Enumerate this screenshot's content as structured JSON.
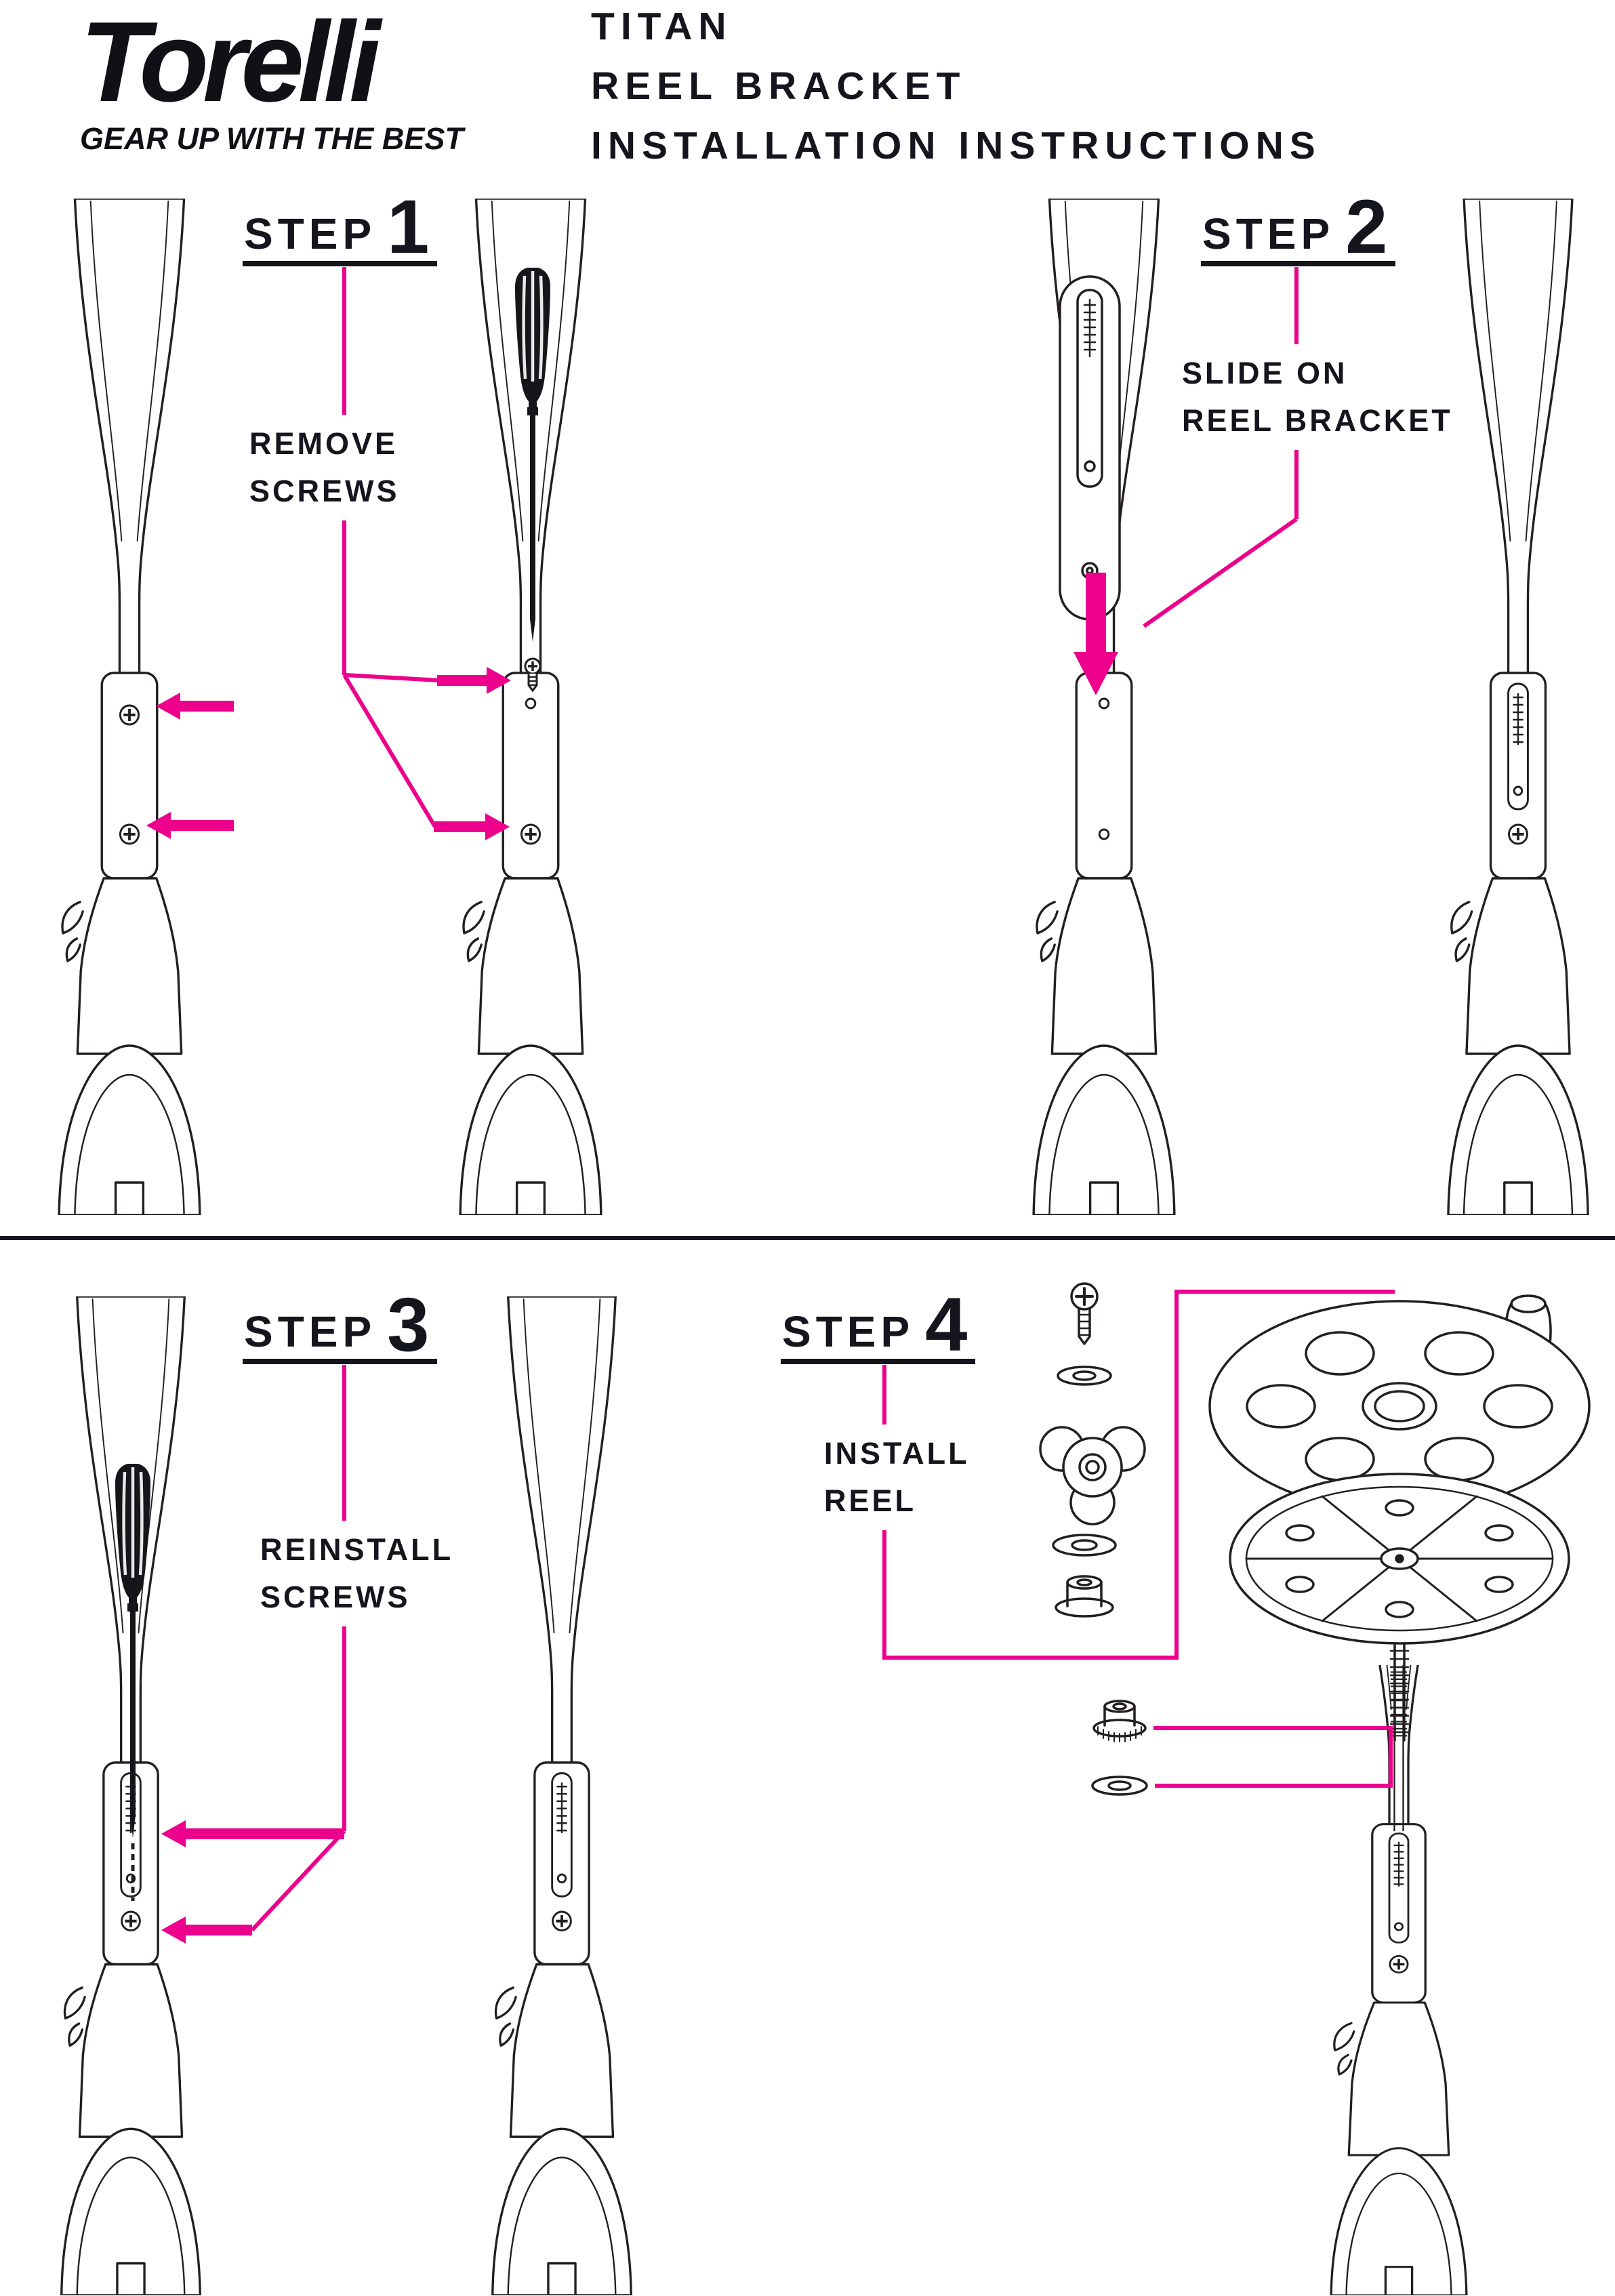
{
  "page": {
    "background": "#ffffff",
    "accent_color": "#EC008C",
    "ink_color": "#231F20"
  },
  "logo": {
    "brand": "Torelli",
    "tagline": "GEAR UP WITH THE BEST"
  },
  "title": {
    "line1": "TITAN",
    "line2": "REEL BRACKET",
    "line3": "INSTALLATION INSTRUCTIONS"
  },
  "steps": [
    {
      "label": "STEP",
      "number": "1",
      "caption_line1": "REMOVE",
      "caption_line2": "SCREWS"
    },
    {
      "label": "STEP",
      "number": "2",
      "caption_line1": "SLIDE ON",
      "caption_line2": "REEL BRACKET"
    },
    {
      "label": "STEP",
      "number": "3",
      "caption_line1": "REINSTALL",
      "caption_line2": "SCREWS"
    },
    {
      "label": "STEP",
      "number": "4",
      "caption_line1": "INSTALL",
      "caption_line2": "REEL"
    }
  ]
}
